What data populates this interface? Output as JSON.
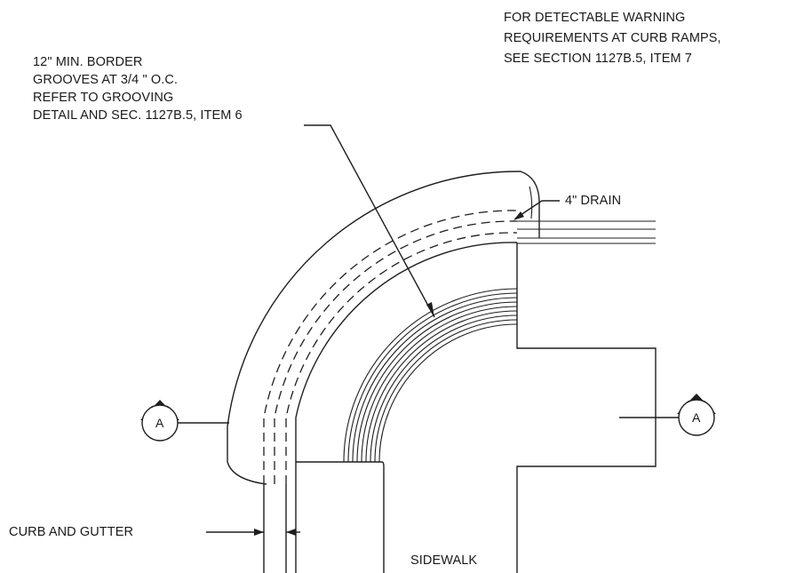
{
  "notes": {
    "border_grooves": [
      "12\" MIN. BORDER",
      "GROOVES AT 3/4 \" O.C.",
      "REFER TO GROOVING",
      "DETAIL AND SEC. 1127B.5, ITEM 6"
    ],
    "detectable_warning": [
      "FOR DETECTABLE WARNING",
      "REQUIREMENTS AT CURB RAMPS,",
      "SEE SECTION 1127B.5, ITEM 7"
    ]
  },
  "labels": {
    "drain": "4\"  DRAIN",
    "curb_and_gutter": "CURB  AND  GUTTER",
    "sidewalk": "SIDEWALK"
  },
  "section_markers": {
    "left": "A",
    "right": "A"
  }
}
